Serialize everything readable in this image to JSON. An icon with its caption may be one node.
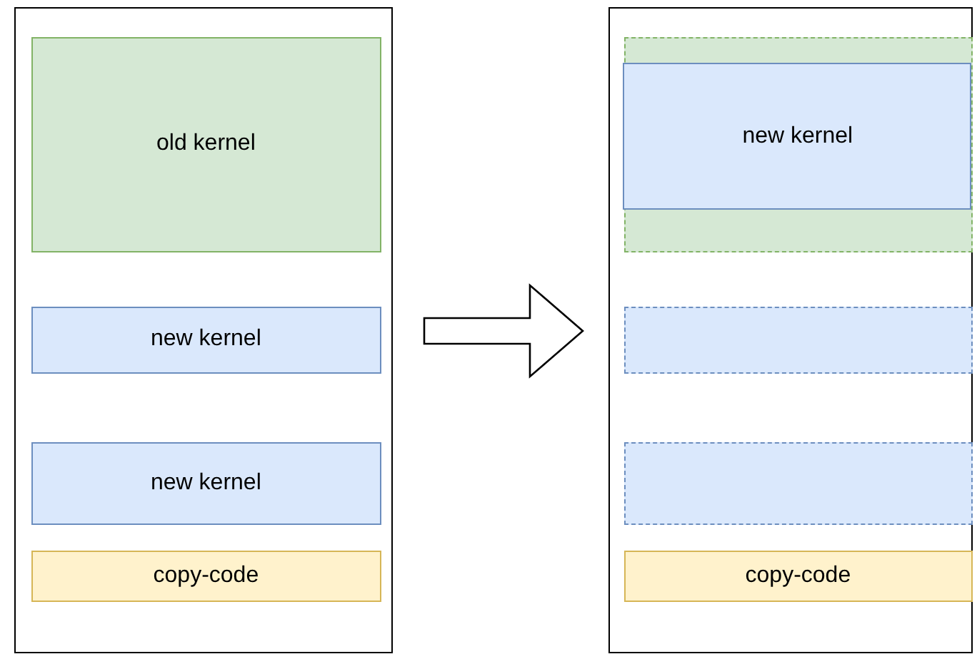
{
  "diagram": {
    "nodes": [
      {
        "text": [],
        "shape": "box"
      },
      {
        "text": [
          "old kernel"
        ],
        "in": 0
      },
      {
        "text": [
          "new kernel"
        ],
        "in": 0
      },
      {
        "text": [
          "new kernel"
        ],
        "in": 0
      },
      {
        "text": [
          "copy-code"
        ],
        "in": 0
      },
      {
        "text": [],
        "shape": "box"
      },
      {
        "text": [],
        "shape": "box",
        "in": 5
      },
      {
        "text": [
          "new kernel"
        ],
        "in": 6
      },
      {
        "text": [],
        "shape": "box",
        "in": 5
      },
      {
        "text": [],
        "shape": "box",
        "in": 5
      },
      {
        "text": [
          "copy-code"
        ],
        "in": 5
      }
    ],
    "edges": [
      {
        "from": 0,
        "to": 5,
        "arrow": "to"
      }
    ]
  }
}
